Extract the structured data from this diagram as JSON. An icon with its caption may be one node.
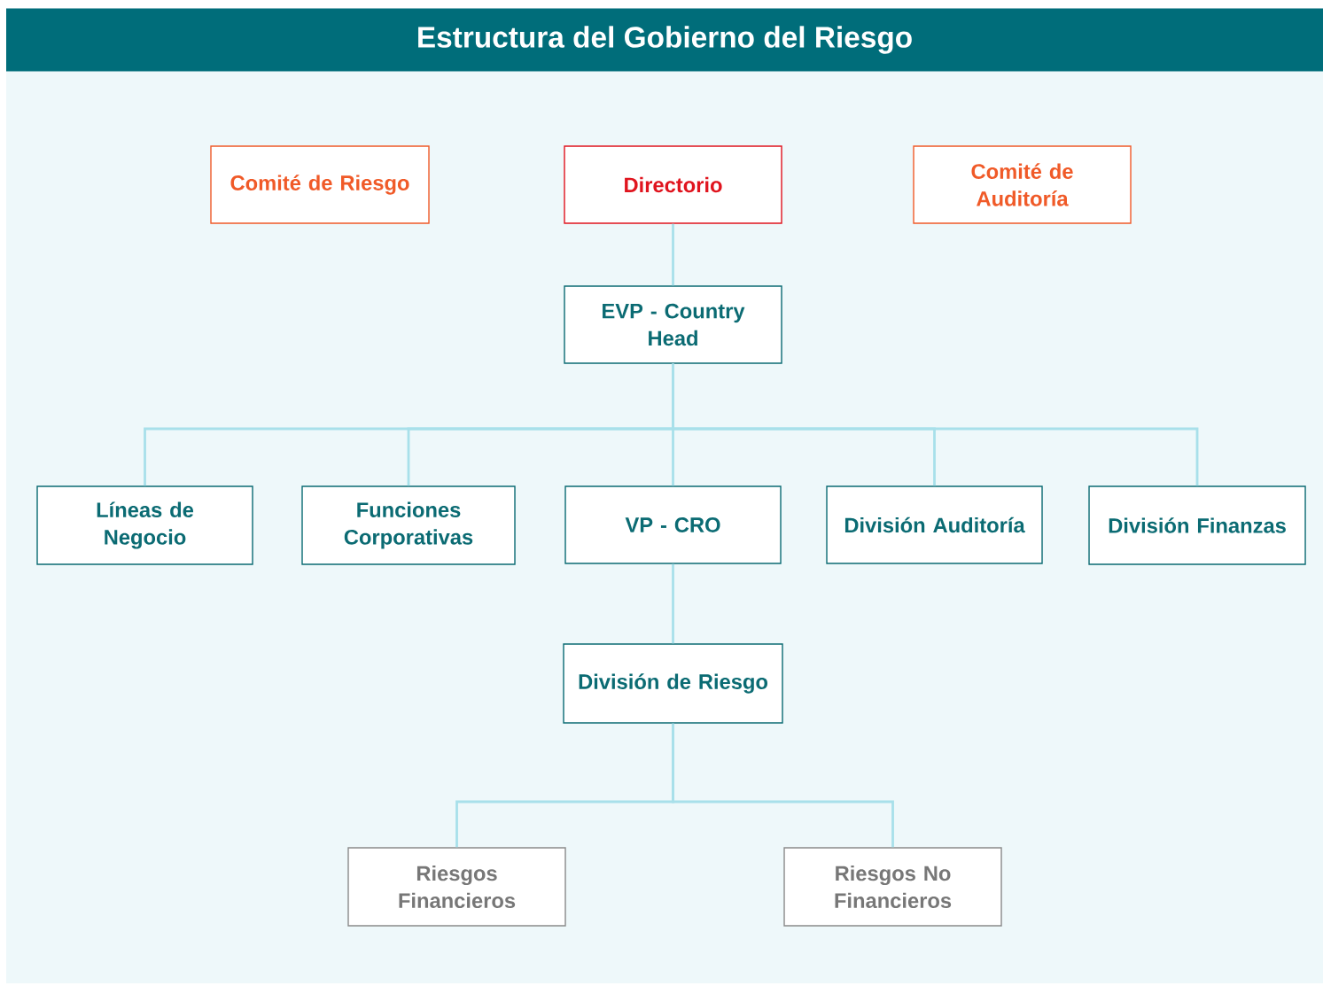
{
  "diagram": {
    "title": "Estructura del Gobierno del Riesgo",
    "nodes": [
      {
        "text": [
          "Comité de Riesgo"
        ]
      },
      {
        "text": [
          "Directorio"
        ]
      },
      {
        "text": [
          "Comité de Auditoría"
        ]
      },
      {
        "text": [
          "EVP - Country Head"
        ]
      },
      {
        "text": [
          "Líneas de Negocio"
        ]
      },
      {
        "text": [
          "Funciones Corporativas"
        ]
      },
      {
        "text": [
          "VP - CRO"
        ]
      },
      {
        "text": [
          "División Auditoría"
        ]
      },
      {
        "text": [
          "División Finanzas"
        ]
      },
      {
        "text": [
          "División de Riesgo"
        ]
      },
      {
        "text": [
          "Riesgos Financieros"
        ]
      },
      {
        "text": [
          "Riesgos No Financieros"
        ]
      }
    ],
    "edges": [
      {
        "from": 1,
        "to": 3,
        "arrow": "none"
      },
      {
        "from": 3,
        "to": 4,
        "arrow": "none"
      },
      {
        "from": 3,
        "to": 5,
        "arrow": "none"
      },
      {
        "from": 3,
        "to": 6,
        "arrow": "none"
      },
      {
        "from": 3,
        "to": 7,
        "arrow": "none"
      },
      {
        "from": 3,
        "to": 8,
        "arrow": "none"
      },
      {
        "from": 6,
        "to": 9,
        "arrow": "none"
      },
      {
        "from": 9,
        "to": 10,
        "arrow": "none"
      },
      {
        "from": 9,
        "to": 11,
        "arrow": "none"
      }
    ]
  }
}
